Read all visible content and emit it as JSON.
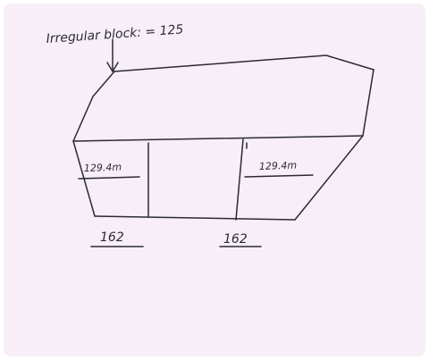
{
  "colors": {
    "paper": "#f7eef7",
    "ink": "#2b2b33"
  },
  "sketch": {
    "top_label": "Irregular block: = 125",
    "left_dim": "129.4m",
    "right_dim": "129.4m",
    "bottom_left_dim": "162",
    "bottom_right_dim": "162"
  }
}
